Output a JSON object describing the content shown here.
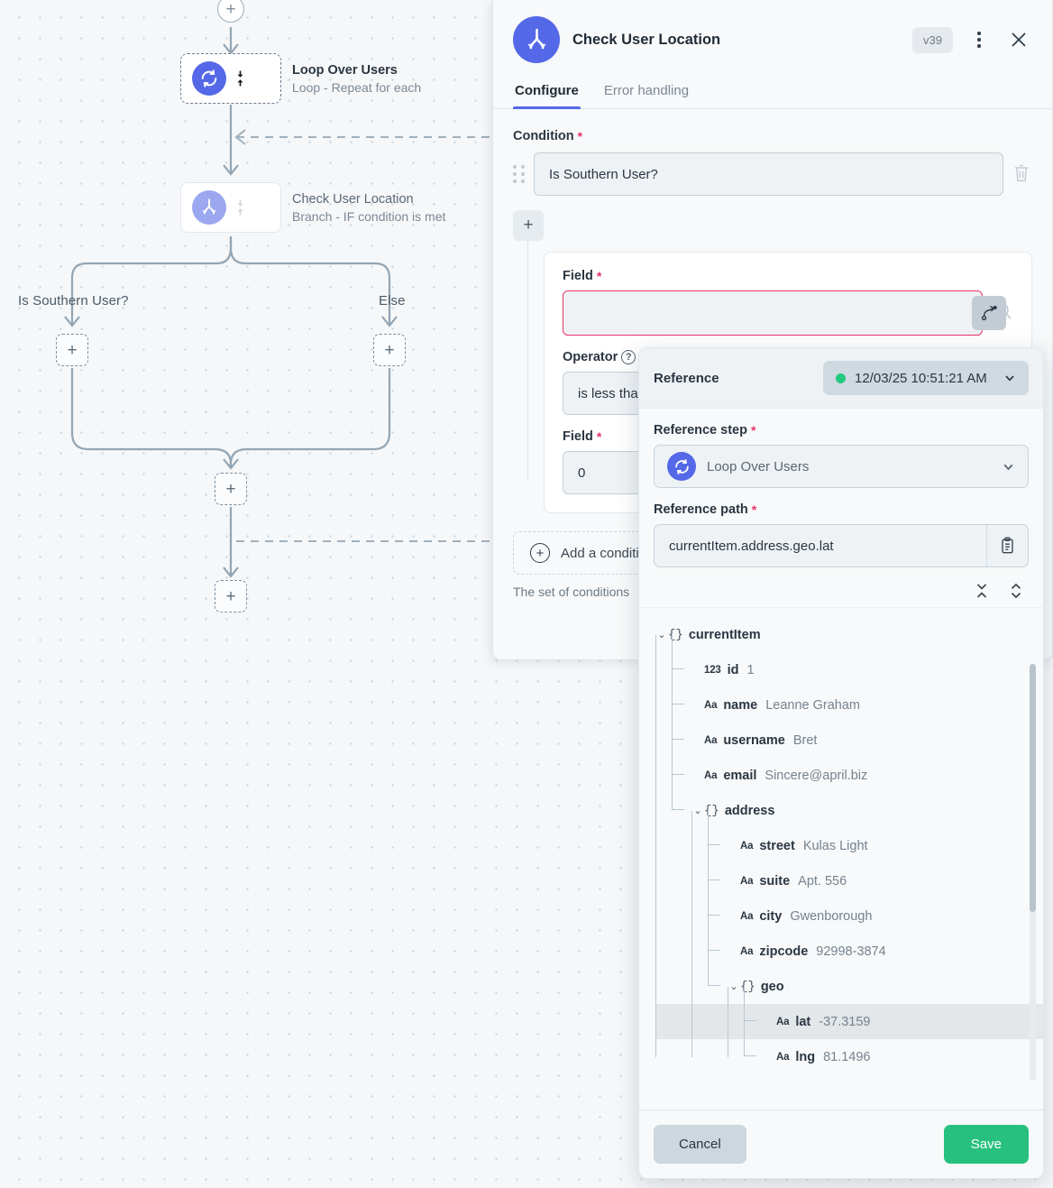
{
  "canvas": {
    "top_add_node": "+",
    "nodes": [
      {
        "title": "Loop Over Users",
        "subtitle": "Loop - Repeat for each",
        "icon": "loop-icon"
      },
      {
        "title": "Check User Location",
        "subtitle": "Branch - IF condition is met",
        "icon": "branch-icon"
      }
    ],
    "branch_labels": {
      "left": "Is Southern User?",
      "right": "Else"
    },
    "placeholder_plus": "+"
  },
  "panel": {
    "title": "Check User Location",
    "version_badge": "v39",
    "tabs": [
      {
        "label": "Configure",
        "active": true
      },
      {
        "label": "Error handling",
        "active": false
      }
    ],
    "condition": {
      "label": "Condition",
      "required_mark": "*",
      "value": "Is Southern User?",
      "add_group_label": "+"
    },
    "group": {
      "field_label": "Field",
      "field_value": "",
      "operator_label": "Operator",
      "operator_value": "is less than",
      "field2_label": "Field",
      "field2_value": "0"
    },
    "add_condition_label": "Add a condition",
    "hint": "The set of conditions"
  },
  "popover": {
    "header_title": "Reference",
    "run_selector": "12/03/25 10:51:21 AM",
    "run_status_color": "#22c97f",
    "reference_step_label": "Reference step",
    "reference_step_value": "Loop Over Users",
    "reference_path_label": "Reference path",
    "reference_path_value": "currentItem.address.geo.lat",
    "required_mark": "*",
    "tree": [
      {
        "depth": 0,
        "type": "object",
        "key": "currentItem",
        "value": "",
        "expanded": true,
        "highlighted": false
      },
      {
        "depth": 1,
        "type": "number",
        "key": "id",
        "value": "1",
        "highlighted": false
      },
      {
        "depth": 1,
        "type": "string",
        "key": "name",
        "value": "Leanne Graham",
        "highlighted": false
      },
      {
        "depth": 1,
        "type": "string",
        "key": "username",
        "value": "Bret",
        "highlighted": false
      },
      {
        "depth": 1,
        "type": "string",
        "key": "email",
        "value": "Sincere@april.biz",
        "highlighted": false
      },
      {
        "depth": 1,
        "type": "object",
        "key": "address",
        "value": "",
        "expanded": true,
        "highlighted": false
      },
      {
        "depth": 2,
        "type": "string",
        "key": "street",
        "value": "Kulas Light",
        "highlighted": false
      },
      {
        "depth": 2,
        "type": "string",
        "key": "suite",
        "value": "Apt. 556",
        "highlighted": false
      },
      {
        "depth": 2,
        "type": "string",
        "key": "city",
        "value": "Gwenborough",
        "highlighted": false
      },
      {
        "depth": 2,
        "type": "string",
        "key": "zipcode",
        "value": "92998-3874",
        "highlighted": false
      },
      {
        "depth": 2,
        "type": "object",
        "key": "geo",
        "value": "",
        "expanded": true,
        "highlighted": false
      },
      {
        "depth": 3,
        "type": "string",
        "key": "lat",
        "value": "-37.3159",
        "highlighted": true
      },
      {
        "depth": 3,
        "type": "string",
        "key": "lng",
        "value": "81.1496",
        "highlighted": false
      }
    ],
    "type_icons": {
      "number": "123",
      "string": "Aa",
      "object": "{}"
    },
    "cancel_label": "Cancel",
    "save_label": "Save"
  }
}
